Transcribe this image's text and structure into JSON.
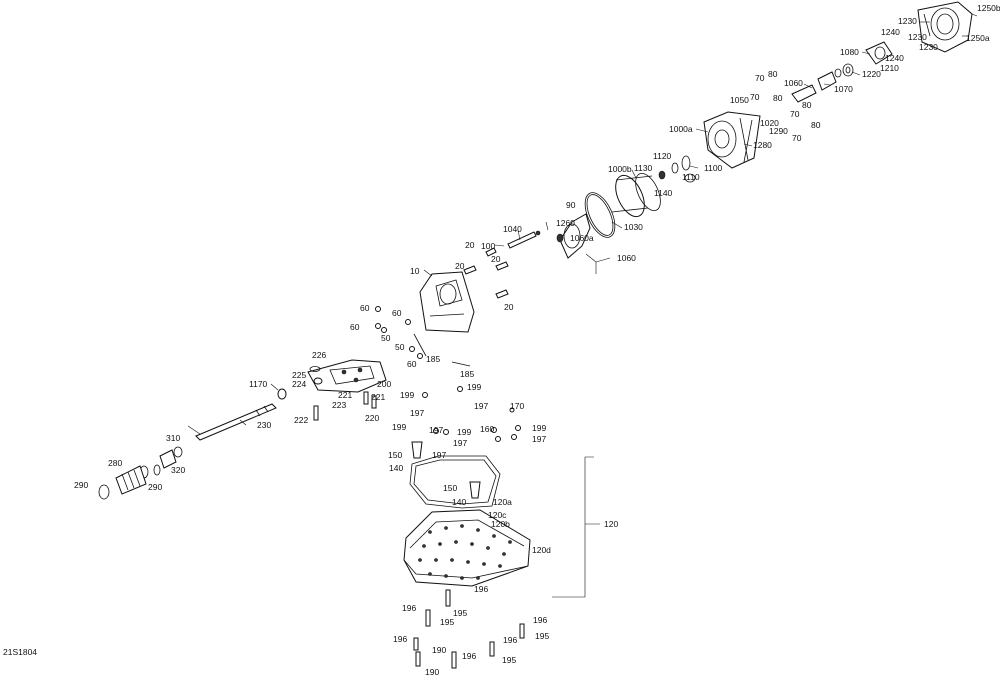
{
  "diagram_code": "21S1804",
  "callouts": {
    "c1250b": "1250b",
    "c1230a": "1230",
    "c1240a": "1240",
    "c1230b": "1230",
    "c1250a": "1250a",
    "c1230c": "1230",
    "c1080": "1080",
    "c1240b": "1240",
    "c1210": "1210",
    "c1220": "1220",
    "c1060": "1060",
    "c1070": "1070",
    "c70a": "70",
    "c80a": "80",
    "c70b": "70",
    "c80b": "80",
    "c1050": "1050",
    "c80c": "80",
    "c70c": "70",
    "c80d": "80",
    "c70d": "70",
    "c1020": "1020",
    "c1290": "1290",
    "c1000a": "1000a",
    "c1280": "1280",
    "c1120": "1120",
    "c1130": "1130",
    "c1110": "1110",
    "c1100": "1100",
    "c1140": "1140",
    "c1000b": "1000b",
    "c90": "90",
    "c1260": "1260",
    "c1030": "1030",
    "c1040": "1040",
    "c1060a": "1060a",
    "c1060b": "1060",
    "c20a": "20",
    "c100": "100",
    "c20b": "20",
    "c20c": "20",
    "c20d": "20",
    "c10": "10",
    "c60a": "60",
    "c60b": "60",
    "c60c": "60",
    "c50a": "50",
    "c50b": "50",
    "c60d": "60",
    "c185a": "185",
    "c185b": "185",
    "c226": "226",
    "c225": "225",
    "c224": "224",
    "c200": "200",
    "c1170": "1170",
    "c221a": "221",
    "c221b": "221",
    "c223": "223",
    "c222": "222",
    "c220": "220",
    "c199a": "199",
    "c197a": "197",
    "c199b": "199",
    "c197b": "197",
    "c230": "230",
    "c170": "170",
    "c199c": "199",
    "c197c": "197",
    "c199d": "199",
    "c160": "160",
    "c199e": "199",
    "c197d": "197",
    "c197e": "197",
    "c150a": "150",
    "c197f": "197",
    "c140a": "140",
    "c310": "310",
    "c280": "280",
    "c320": "320",
    "c290a": "290",
    "c290b": "290",
    "c150b": "150",
    "c120a": "120a",
    "c140b": "140",
    "c120c": "120c",
    "c120b": "120b",
    "c120": "120",
    "c120d": "120d",
    "c196a": "196",
    "c196b": "196",
    "c195a": "195",
    "c195b": "195",
    "c196c": "196",
    "c196d": "196",
    "c195c": "195",
    "c196e": "196",
    "c196f": "196",
    "c190a": "190",
    "c195d": "195",
    "c190b": "190"
  }
}
